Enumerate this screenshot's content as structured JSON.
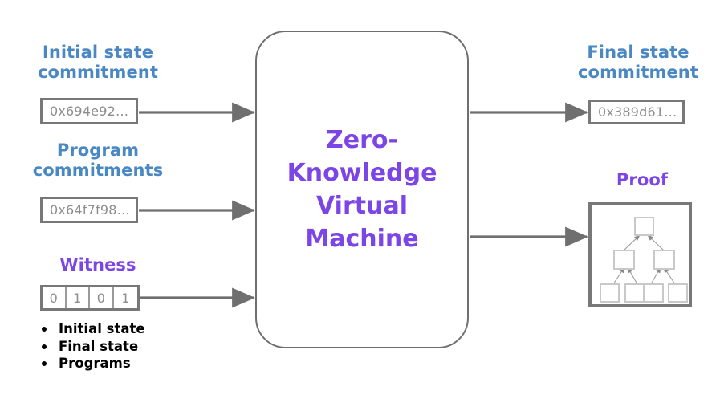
{
  "diagram": {
    "title": "Zero-Knowledge Virtual Machine data flow",
    "colors": {
      "blue": "#4a88c4",
      "purple": "#7c45e6",
      "gray_border": "#787878",
      "gray_text": "#8d8d8d",
      "arrow": "#6f6f6f",
      "tree_node": "#c9c9c9",
      "background": "#ffffff"
    }
  },
  "inputs": [
    {
      "id": "initial-state-commitment",
      "heading": "Initial state\ncommitment",
      "heading_color": "blue",
      "value": "0x694e92…"
    },
    {
      "id": "program-commitments",
      "heading": "Program\ncommitments",
      "heading_color": "blue",
      "value": "0x64f7f98…"
    }
  ],
  "witness": {
    "heading": "Witness",
    "heading_color": "purple",
    "cells": [
      "0",
      "1",
      "0",
      "1"
    ],
    "contents": [
      "Initial state",
      "Final state",
      "Programs"
    ]
  },
  "machine": {
    "label": "Zero-\nKnowledge\nVirtual\nMachine"
  },
  "outputs": [
    {
      "id": "final-state-commitment",
      "heading": "Final state\ncommitment",
      "heading_color": "blue",
      "value": "0x389d61…"
    },
    {
      "id": "proof",
      "heading": "Proof",
      "heading_color": "purple",
      "graphic": "merkle-tree",
      "tree": {
        "levels": 3,
        "nodes_per_level": [
          1,
          2,
          4
        ]
      }
    }
  ],
  "arrows": [
    {
      "name": "arrow-initial-state-to-machine",
      "from": "initial-state-commitment",
      "to": "machine"
    },
    {
      "name": "arrow-program-commitments-to-machine",
      "from": "program-commitments",
      "to": "machine"
    },
    {
      "name": "arrow-witness-to-machine",
      "from": "witness",
      "to": "machine"
    },
    {
      "name": "arrow-machine-to-final-state",
      "from": "machine",
      "to": "final-state-commitment"
    },
    {
      "name": "arrow-machine-to-proof",
      "from": "machine",
      "to": "proof"
    }
  ]
}
